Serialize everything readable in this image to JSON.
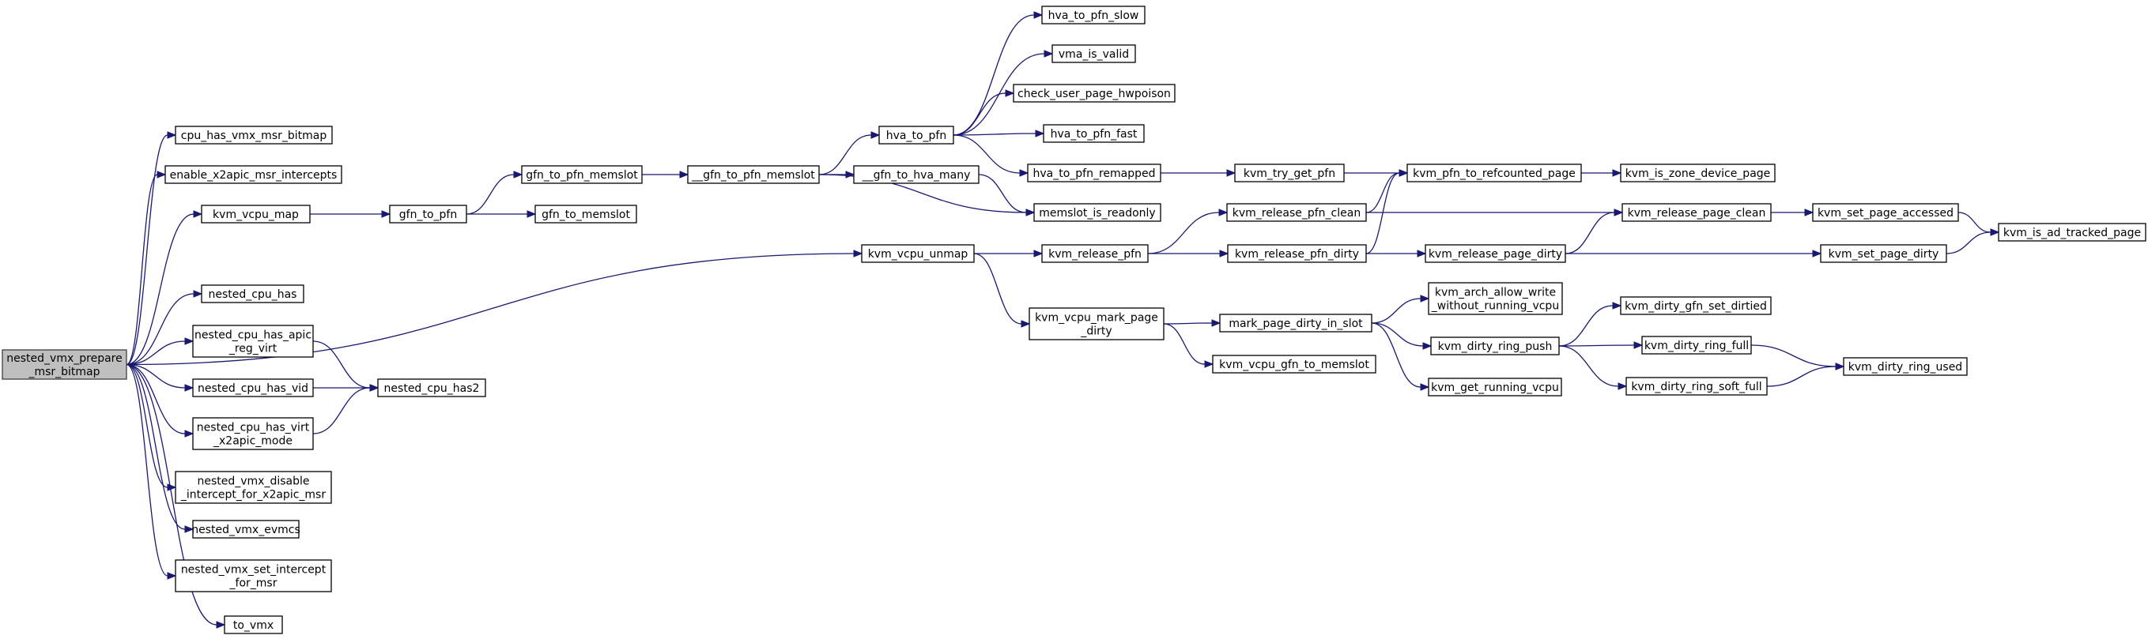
{
  "graph": {
    "root": "nested_vmx_prepare_msr_bitmap",
    "nodes": [
      {
        "id": "nested_vmx_prepare_msr_bitmap",
        "lines": [
          "nested_vmx_prepare",
          "_msr_bitmap"
        ],
        "root": true
      },
      {
        "id": "cpu_has_vmx_msr_bitmap",
        "lines": [
          "cpu_has_vmx_msr_bitmap"
        ]
      },
      {
        "id": "enable_x2apic_msr_intercepts",
        "lines": [
          "enable_x2apic_msr_intercepts"
        ]
      },
      {
        "id": "kvm_vcpu_map",
        "lines": [
          "kvm_vcpu_map"
        ]
      },
      {
        "id": "gfn_to_pfn",
        "lines": [
          "gfn_to_pfn"
        ]
      },
      {
        "id": "gfn_to_pfn_memslot",
        "lines": [
          "gfn_to_pfn_memslot"
        ]
      },
      {
        "id": "__gfn_to_pfn_memslot",
        "lines": [
          "__gfn_to_pfn_memslot"
        ]
      },
      {
        "id": "hva_to_pfn",
        "lines": [
          "hva_to_pfn"
        ]
      },
      {
        "id": "hva_to_pfn_slow",
        "lines": [
          "hva_to_pfn_slow"
        ]
      },
      {
        "id": "vma_is_valid",
        "lines": [
          "vma_is_valid"
        ]
      },
      {
        "id": "check_user_page_hwpoison",
        "lines": [
          "check_user_page_hwpoison"
        ]
      },
      {
        "id": "hva_to_pfn_fast",
        "lines": [
          "hva_to_pfn_fast"
        ]
      },
      {
        "id": "hva_to_pfn_remapped",
        "lines": [
          "hva_to_pfn_remapped"
        ]
      },
      {
        "id": "kvm_try_get_pfn",
        "lines": [
          "kvm_try_get_pfn"
        ]
      },
      {
        "id": "kvm_pfn_to_refcounted_page",
        "lines": [
          "kvm_pfn_to_refcounted_page"
        ]
      },
      {
        "id": "kvm_is_zone_device_page",
        "lines": [
          "kvm_is_zone_device_page"
        ]
      },
      {
        "id": "__gfn_to_hva_many",
        "lines": [
          "__gfn_to_hva_many"
        ]
      },
      {
        "id": "memslot_is_readonly",
        "lines": [
          "memslot_is_readonly"
        ]
      },
      {
        "id": "gfn_to_memslot",
        "lines": [
          "gfn_to_memslot"
        ]
      },
      {
        "id": "kvm_vcpu_unmap",
        "lines": [
          "kvm_vcpu_unmap"
        ]
      },
      {
        "id": "kvm_release_pfn",
        "lines": [
          "kvm_release_pfn"
        ]
      },
      {
        "id": "kvm_release_pfn_clean",
        "lines": [
          "kvm_release_pfn_clean"
        ]
      },
      {
        "id": "kvm_release_pfn_dirty",
        "lines": [
          "kvm_release_pfn_dirty"
        ]
      },
      {
        "id": "kvm_release_page_clean",
        "lines": [
          "kvm_release_page_clean"
        ]
      },
      {
        "id": "kvm_release_page_dirty",
        "lines": [
          "kvm_release_page_dirty"
        ]
      },
      {
        "id": "kvm_set_page_accessed",
        "lines": [
          "kvm_set_page_accessed"
        ]
      },
      {
        "id": "kvm_set_page_dirty",
        "lines": [
          "kvm_set_page_dirty"
        ]
      },
      {
        "id": "kvm_is_ad_tracked_page",
        "lines": [
          "kvm_is_ad_tracked_page"
        ]
      },
      {
        "id": "kvm_vcpu_mark_page_dirty",
        "lines": [
          "kvm_vcpu_mark_page",
          "_dirty"
        ]
      },
      {
        "id": "mark_page_dirty_in_slot",
        "lines": [
          "mark_page_dirty_in_slot"
        ]
      },
      {
        "id": "kvm_arch_allow_write_without_running_vcpu",
        "lines": [
          "kvm_arch_allow_write",
          "_without_running_vcpu"
        ]
      },
      {
        "id": "kvm_dirty_ring_push",
        "lines": [
          "kvm_dirty_ring_push"
        ]
      },
      {
        "id": "kvm_get_running_vcpu",
        "lines": [
          "kvm_get_running_vcpu"
        ]
      },
      {
        "id": "kvm_dirty_gfn_set_dirtied",
        "lines": [
          "kvm_dirty_gfn_set_dirtied"
        ]
      },
      {
        "id": "kvm_dirty_ring_full",
        "lines": [
          "kvm_dirty_ring_full"
        ]
      },
      {
        "id": "kvm_dirty_ring_soft_full",
        "lines": [
          "kvm_dirty_ring_soft_full"
        ]
      },
      {
        "id": "kvm_dirty_ring_used",
        "lines": [
          "kvm_dirty_ring_used"
        ]
      },
      {
        "id": "kvm_vcpu_gfn_to_memslot",
        "lines": [
          "kvm_vcpu_gfn_to_memslot"
        ]
      },
      {
        "id": "nested_cpu_has",
        "lines": [
          "nested_cpu_has"
        ]
      },
      {
        "id": "nested_cpu_has_apic_reg_virt",
        "lines": [
          "nested_cpu_has_apic",
          "_reg_virt"
        ]
      },
      {
        "id": "nested_cpu_has_vid",
        "lines": [
          "nested_cpu_has_vid"
        ]
      },
      {
        "id": "nested_cpu_has_virt_x2apic_mode",
        "lines": [
          "nested_cpu_has_virt",
          "_x2apic_mode"
        ]
      },
      {
        "id": "nested_cpu_has2",
        "lines": [
          "nested_cpu_has2"
        ]
      },
      {
        "id": "nested_vmx_disable_intercept_for_x2apic_msr",
        "lines": [
          "nested_vmx_disable",
          "_intercept_for_x2apic_msr"
        ]
      },
      {
        "id": "nested_vmx_evmcs",
        "lines": [
          "nested_vmx_evmcs"
        ]
      },
      {
        "id": "nested_vmx_set_intercept_for_msr",
        "lines": [
          "nested_vmx_set_intercept",
          "_for_msr"
        ]
      },
      {
        "id": "to_vmx",
        "lines": [
          "to_vmx"
        ]
      }
    ],
    "edges": [
      [
        "nested_vmx_prepare_msr_bitmap",
        "cpu_has_vmx_msr_bitmap"
      ],
      [
        "nested_vmx_prepare_msr_bitmap",
        "enable_x2apic_msr_intercepts"
      ],
      [
        "nested_vmx_prepare_msr_bitmap",
        "kvm_vcpu_map"
      ],
      [
        "nested_vmx_prepare_msr_bitmap",
        "kvm_vcpu_unmap"
      ],
      [
        "nested_vmx_prepare_msr_bitmap",
        "nested_cpu_has"
      ],
      [
        "nested_vmx_prepare_msr_bitmap",
        "nested_cpu_has_apic_reg_virt"
      ],
      [
        "nested_vmx_prepare_msr_bitmap",
        "nested_cpu_has_vid"
      ],
      [
        "nested_vmx_prepare_msr_bitmap",
        "nested_cpu_has_virt_x2apic_mode"
      ],
      [
        "nested_vmx_prepare_msr_bitmap",
        "nested_vmx_disable_intercept_for_x2apic_msr"
      ],
      [
        "nested_vmx_prepare_msr_bitmap",
        "nested_vmx_evmcs"
      ],
      [
        "nested_vmx_prepare_msr_bitmap",
        "nested_vmx_set_intercept_for_msr"
      ],
      [
        "nested_vmx_prepare_msr_bitmap",
        "to_vmx"
      ],
      [
        "kvm_vcpu_map",
        "gfn_to_pfn"
      ],
      [
        "gfn_to_pfn",
        "gfn_to_pfn_memslot"
      ],
      [
        "gfn_to_pfn",
        "gfn_to_memslot"
      ],
      [
        "gfn_to_pfn_memslot",
        "__gfn_to_pfn_memslot"
      ],
      [
        "__gfn_to_pfn_memslot",
        "hva_to_pfn"
      ],
      [
        "__gfn_to_pfn_memslot",
        "__gfn_to_hva_many"
      ],
      [
        "__gfn_to_pfn_memslot",
        "memslot_is_readonly"
      ],
      [
        "__gfn_to_hva_many",
        "memslot_is_readonly"
      ],
      [
        "hva_to_pfn",
        "hva_to_pfn_slow"
      ],
      [
        "hva_to_pfn",
        "vma_is_valid"
      ],
      [
        "hva_to_pfn",
        "check_user_page_hwpoison"
      ],
      [
        "hva_to_pfn",
        "hva_to_pfn_fast"
      ],
      [
        "hva_to_pfn",
        "hva_to_pfn_remapped"
      ],
      [
        "hva_to_pfn_remapped",
        "kvm_try_get_pfn"
      ],
      [
        "kvm_try_get_pfn",
        "kvm_pfn_to_refcounted_page"
      ],
      [
        "kvm_pfn_to_refcounted_page",
        "kvm_is_zone_device_page"
      ],
      [
        "kvm_vcpu_unmap",
        "kvm_release_pfn"
      ],
      [
        "kvm_vcpu_unmap",
        "kvm_vcpu_mark_page_dirty"
      ],
      [
        "kvm_release_pfn",
        "kvm_release_pfn_clean"
      ],
      [
        "kvm_release_pfn",
        "kvm_release_pfn_dirty"
      ],
      [
        "kvm_release_pfn_clean",
        "kvm_pfn_to_refcounted_page"
      ],
      [
        "kvm_release_pfn_clean",
        "kvm_release_page_clean"
      ],
      [
        "kvm_release_pfn_dirty",
        "kvm_pfn_to_refcounted_page"
      ],
      [
        "kvm_release_pfn_dirty",
        "kvm_release_page_dirty"
      ],
      [
        "kvm_release_page_dirty",
        "kvm_release_page_clean"
      ],
      [
        "kvm_release_page_dirty",
        "kvm_set_page_dirty"
      ],
      [
        "kvm_release_page_clean",
        "kvm_set_page_accessed"
      ],
      [
        "kvm_set_page_accessed",
        "kvm_is_ad_tracked_page"
      ],
      [
        "kvm_set_page_dirty",
        "kvm_is_ad_tracked_page"
      ],
      [
        "kvm_vcpu_mark_page_dirty",
        "mark_page_dirty_in_slot"
      ],
      [
        "kvm_vcpu_mark_page_dirty",
        "kvm_vcpu_gfn_to_memslot"
      ],
      [
        "mark_page_dirty_in_slot",
        "kvm_arch_allow_write_without_running_vcpu"
      ],
      [
        "mark_page_dirty_in_slot",
        "kvm_dirty_ring_push"
      ],
      [
        "mark_page_dirty_in_slot",
        "kvm_get_running_vcpu"
      ],
      [
        "kvm_dirty_ring_push",
        "kvm_dirty_gfn_set_dirtied"
      ],
      [
        "kvm_dirty_ring_push",
        "kvm_dirty_ring_full"
      ],
      [
        "kvm_dirty_ring_push",
        "kvm_dirty_ring_soft_full"
      ],
      [
        "kvm_dirty_ring_full",
        "kvm_dirty_ring_used"
      ],
      [
        "kvm_dirty_ring_soft_full",
        "kvm_dirty_ring_used"
      ],
      [
        "nested_cpu_has_apic_reg_virt",
        "nested_cpu_has2"
      ],
      [
        "nested_cpu_has_vid",
        "nested_cpu_has2"
      ],
      [
        "nested_cpu_has_virt_x2apic_mode",
        "nested_cpu_has2"
      ]
    ]
  },
  "colors": {
    "edge": "#191970",
    "node_border": "#000000",
    "node_fill": "#ffffff",
    "root_fill": "#bfbfbf",
    "root_border": "#404040",
    "background": "#ffffff"
  }
}
